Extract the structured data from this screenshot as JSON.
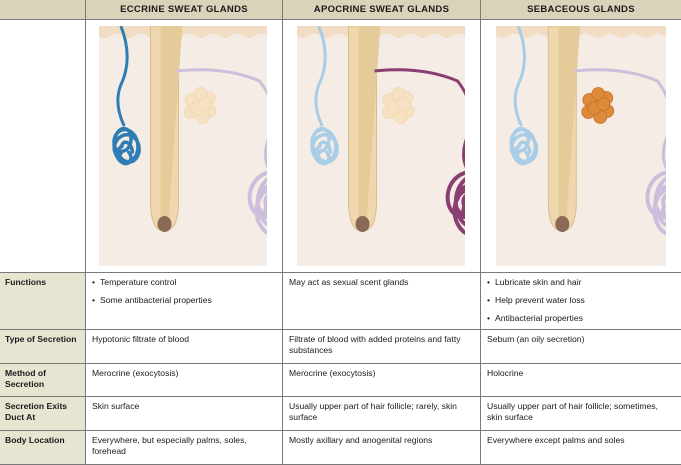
{
  "headers": [
    "ECCRINE SWEAT GLANDS",
    "APOCRINE SWEAT GLANDS",
    "SEBACEOUS GLANDS"
  ],
  "illustrations": [
    {
      "highlight": "eccrine",
      "highlight_color": "#2f7db5"
    },
    {
      "highlight": "apocrine",
      "highlight_color": "#8a3f72"
    },
    {
      "highlight": "sebaceous",
      "highlight_color": "#c8702a"
    }
  ],
  "rows": [
    {
      "label": "Functions",
      "cells": [
        [
          "Temperature control",
          "Some antibacterial properties"
        ],
        "May act as sexual scent glands",
        [
          "Lubricate skin and hair",
          "Help prevent water loss",
          "Antibacterial properties"
        ]
      ]
    },
    {
      "label": "Type of Secretion",
      "cells": [
        "Hypotonic filtrate of blood",
        "Filtrate of blood with added proteins and fatty substances",
        "Sebum (an oily secretion)"
      ]
    },
    {
      "label": "Method of Secretion",
      "cells": [
        "Merocrine (exocytosis)",
        "Merocrine (exocytosis)",
        "Holocrine"
      ]
    },
    {
      "label": "Secretion Exits Duct At",
      "cells": [
        "Skin surface",
        "Usually upper part of hair follicle; rarely, skin surface",
        "Usually upper part of hair follicle; sometimes, skin surface"
      ]
    },
    {
      "label": "Body Location",
      "cells": [
        "Everywhere, but especially palms, soles, forehead",
        "Mostly axillary and anogenital regions",
        "Everywhere except palms and soles"
      ]
    }
  ]
}
